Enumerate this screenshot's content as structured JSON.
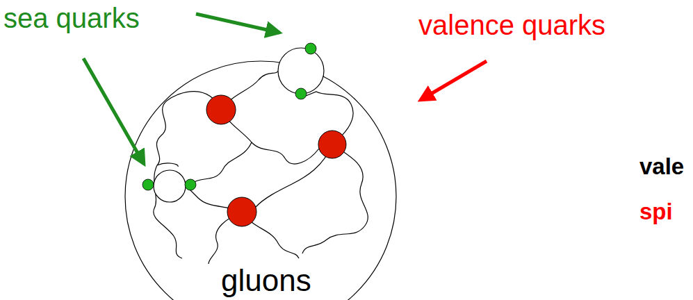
{
  "diagram": {
    "labels": [
      "sea quarks",
      "valence quarks",
      "gluons",
      "vale",
      "spi"
    ]
  }
}
